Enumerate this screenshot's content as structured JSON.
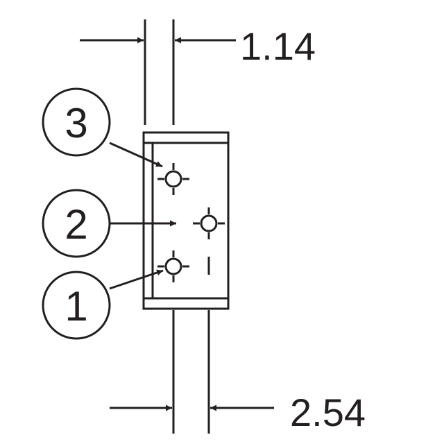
{
  "dimensions": {
    "top_label": "1.14",
    "bottom_label": "2.54"
  },
  "pins": [
    {
      "number": "3"
    },
    {
      "number": "2"
    },
    {
      "number": "1"
    }
  ],
  "colors": {
    "ink": "#231f20",
    "background": "#ffffff"
  }
}
